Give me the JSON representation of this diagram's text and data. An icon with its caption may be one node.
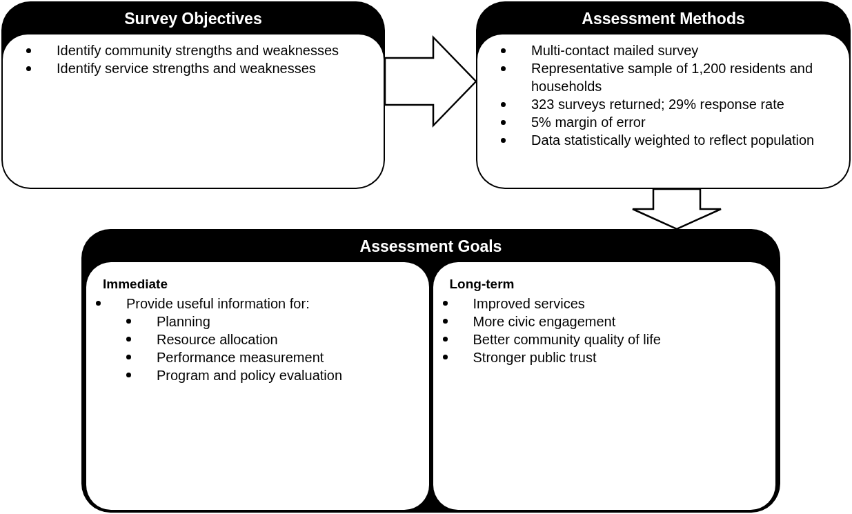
{
  "diagram": {
    "nodes": [
      {
        "text": [
          "Survey Objectives",
          "Identify community strengths and weaknesses",
          "Identify service strengths and weaknesses"
        ]
      },
      {
        "text": [
          "Assessment Methods",
          "Multi-contact mailed survey",
          "Representative sample of 1,200 residents and households",
          "323 surveys returned; 29% response rate",
          "5% margin of error",
          "Data statistically weighted to reflect population"
        ]
      },
      {
        "text": [
          "Assessment Goals"
        ]
      },
      {
        "text": [
          "Immediate",
          "Provide useful information for:",
          "Planning",
          "Resource allocation",
          "Performance measurement",
          "Program and policy evaluation"
        ],
        "in": 2
      },
      {
        "text": [
          "Long-term",
          "Improved services",
          "More civic engagement",
          "Better community quality of life",
          "Stronger public trust"
        ],
        "in": 2
      }
    ],
    "edges": [
      {
        "from": 0,
        "to": 1,
        "arrow": "to"
      },
      {
        "from": 1,
        "to": 2,
        "arrow": "to"
      }
    ]
  }
}
